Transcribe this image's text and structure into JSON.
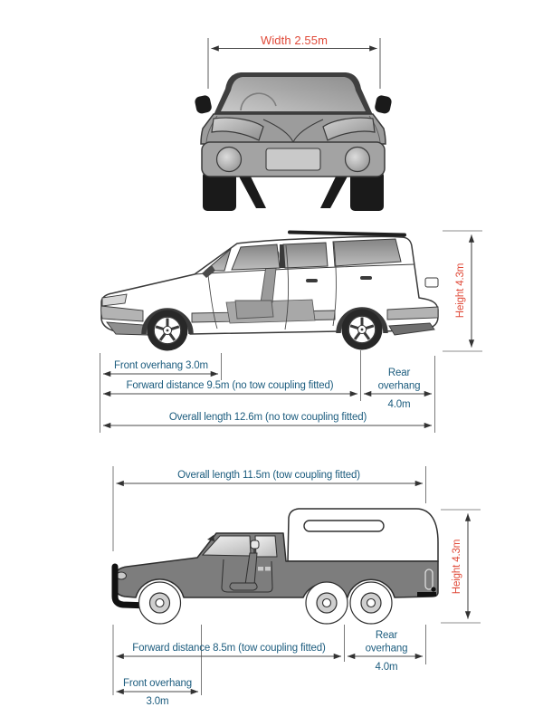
{
  "palette": {
    "red": "#e04b3a",
    "blue": "#1c5c7e",
    "dim_line": "#4a4a4a",
    "ext_line": "#7a7a7a",
    "height_ext_line": "#b4b4b4",
    "truck_body_gray": "#7d7d7d",
    "car_body_gray": "#9c9c9c"
  },
  "front_view": {
    "width_label": "Width 2.55m"
  },
  "wagon": {
    "front_overhang": "Front overhang 3.0m",
    "forward_distance": "Forward distance 9.5m (no tow coupling fitted)",
    "rear_word1": "Rear",
    "rear_word2": "overhang",
    "rear_value": "4.0m",
    "overall_length": "Overall length 12.6m (no tow coupling fitted)",
    "height": "Height 4.3m"
  },
  "ute": {
    "overall_length": "Overall length 11.5m (tow coupling fitted)",
    "forward_distance": "Forward distance 8.5m (tow coupling fitted)",
    "rear_word1": "Rear",
    "rear_word2": "overhang",
    "rear_value": "4.0m",
    "front_overhang_label": "Front overhang",
    "front_overhang_value": "3.0m",
    "height": "Height 4.3m"
  }
}
